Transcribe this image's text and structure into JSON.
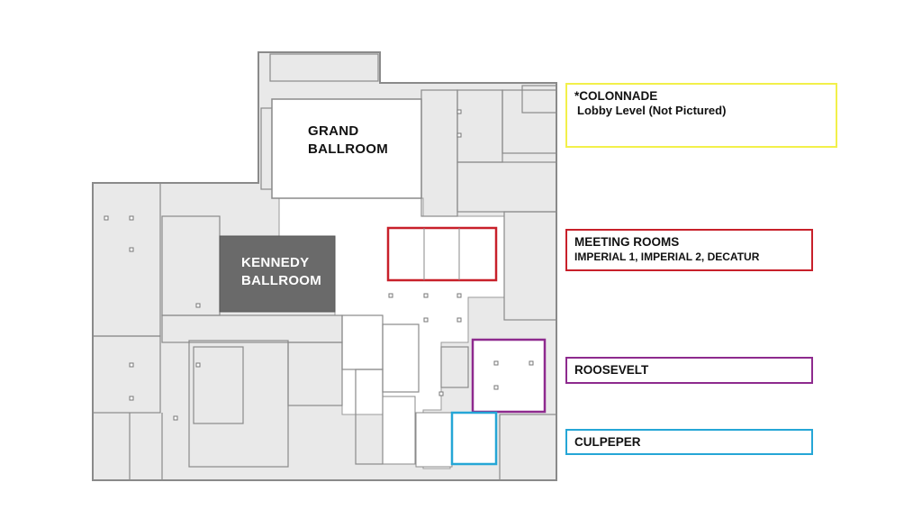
{
  "floor_plan": {
    "rooms": {
      "grand_ballroom": [
        "GRAND",
        "BALLROOM"
      ],
      "kennedy_ballroom": [
        "KENNEDY",
        "BALLROOM"
      ]
    }
  },
  "legend": [
    {
      "title": "*COLONNADE",
      "subtitle": "Lobby Level (Not Pictured)",
      "color": "#f2f04a"
    },
    {
      "title": "MEETING ROOMS",
      "subtitle": "IMPERIAL 1, IMPERIAL 2, DECATUR",
      "color": "#c8202a"
    },
    {
      "title": "ROOSEVELT",
      "subtitle": null,
      "color": "#8e2a8e"
    },
    {
      "title": "CULPEPER",
      "subtitle": null,
      "color": "#25a6d6"
    }
  ],
  "colors": {
    "building": "#e9e9e9",
    "walls": "#8a8a8a",
    "kennedy": "#6a6a6a"
  }
}
